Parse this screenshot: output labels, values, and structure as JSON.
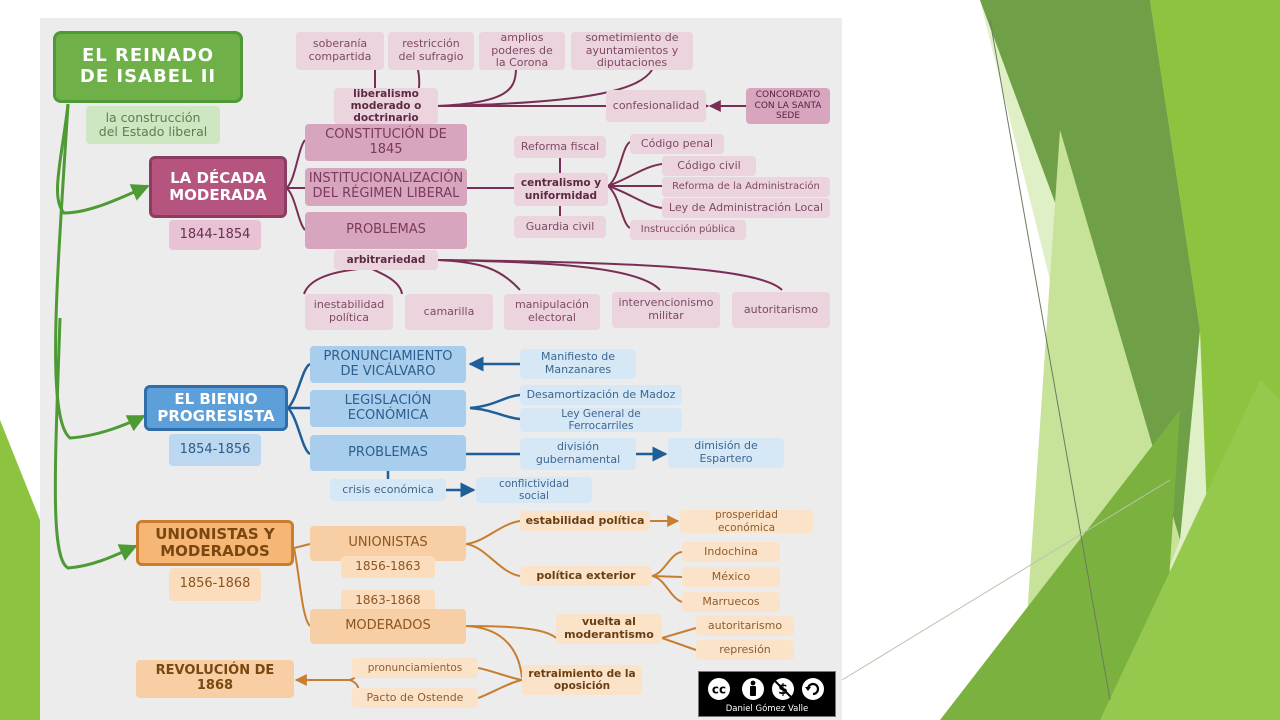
{
  "colors": {
    "green": "#4e9a34",
    "purple": "#7b2e55",
    "blue": "#1f5f99",
    "orange": "#c87e2e"
  },
  "title": {
    "main": "EL REINADO\nDE ISABEL II",
    "subtitle": "la construcción\ndel Estado liberal"
  },
  "decada": {
    "main": "LA DÉCADA\nMODERADA",
    "years": "1844-1854",
    "top": {
      "items": [
        "soberanía\ncompartida",
        "restricción\ndel sufragio",
        "amplios\npoderes de\nla Corona",
        "sometimiento de\nayuntamientos y\ndiputaciones"
      ],
      "center": "liberalismo\nmoderado o\ndoctrinario",
      "confesionalidad": "confesionalidad",
      "concordato": "CONCORDATO\nCON LA SANTA\nSEDE"
    },
    "constitucion": "CONSTITUCIÓN DE\n1845",
    "institucionalizacion": "INSTITUCIONALIZACIÓN\nDEL RÉGIMEN LIBERAL",
    "centralismo": {
      "label": "centralismo y\nuniformidad",
      "left": [
        "Reforma fiscal",
        "Guardia civil"
      ],
      "right": [
        "Código penal",
        "Código civil",
        "Reforma de la Administración",
        "Ley de Administración Local",
        "Instrucción pública"
      ]
    },
    "problemas": "PROBLEMAS",
    "arbitrariedad": "arbitrariedad",
    "consecuencias": [
      "inestabilidad\npolítica",
      "camarilla",
      "manipulación\nelectoral",
      "intervencionismo\nmilitar",
      "autoritarismo"
    ]
  },
  "bienio": {
    "main": "EL BIENIO\nPROGRESISTA",
    "years": "1854-1856",
    "pronunciamiento": "PRONUNCIAMIENTO\nDE VICÁLVARO",
    "manifiesto": "Manifiesto de\nManzanares",
    "legislacion": "LEGISLACIÓN\nECONÓMICA",
    "leyes": [
      "Desamortización de Madoz",
      "Ley General de\nFerrocarriles"
    ],
    "problemas": "PROBLEMAS",
    "division": "división\ngubernamental",
    "dimision": "dimisión de\nEspartero",
    "crisis": "crisis económica",
    "conflictividad": "conflictividad\nsocial"
  },
  "unionistas": {
    "main": "UNIONISTAS Y\nMODERADOS",
    "years": "1856-1868",
    "unionistas": "UNIONISTAS",
    "unionistas_years": "1856-1863",
    "estabilidad": "estabilidad política",
    "prosperidad": "prosperidad\neconómica",
    "exterior": "política exterior",
    "paises": [
      "Indochina",
      "México",
      "Marruecos"
    ],
    "moderados_years": "1863-1868",
    "moderados": "MODERADOS",
    "vuelta": "vuelta al\nmoderantismo",
    "vuelta_items": [
      "autoritarismo",
      "represión"
    ],
    "retraimiento": "retraimiento de la\noposición",
    "pronunciamientos": "pronunciamientos",
    "pacto": "Pacto de Ostende",
    "revolucion": "REVOLUCIÓN DE\n1868"
  },
  "credit": {
    "author": "Daniel Gómez Valle",
    "license_icons": [
      "cc-icon",
      "by-icon",
      "nc-icon",
      "sa-icon"
    ]
  }
}
